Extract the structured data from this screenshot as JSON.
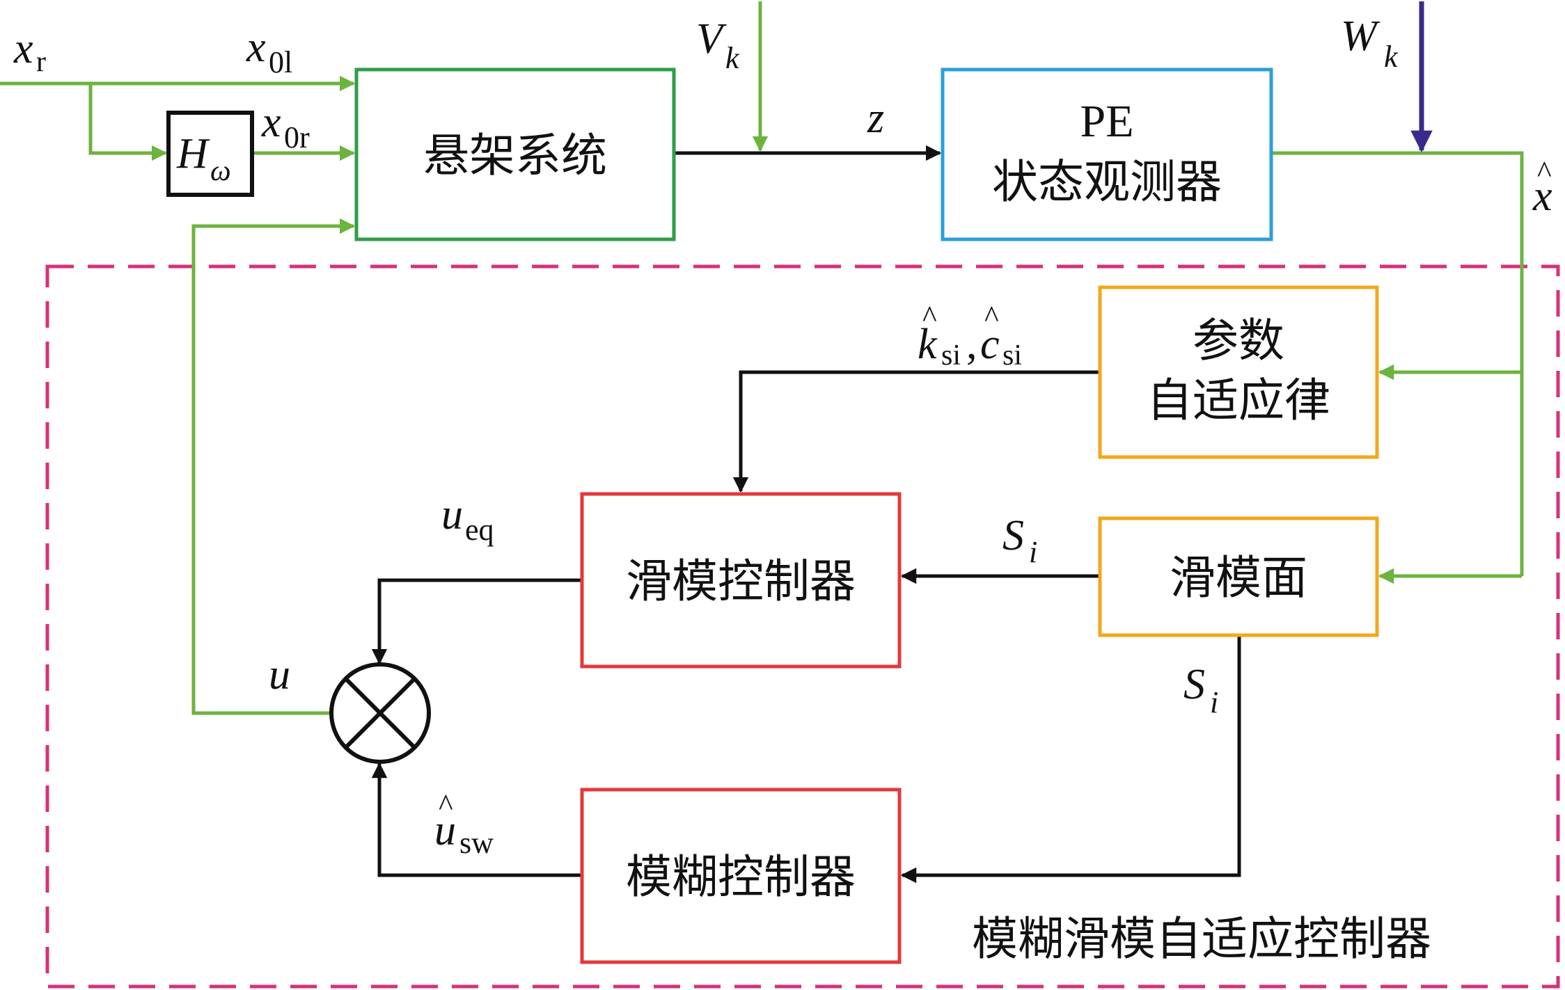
{
  "colors": {
    "green_signal": "#6db33f",
    "black_signal": "#111111",
    "noise_arrow": "#3b2a8c",
    "system_box": "#2e9e48",
    "observer_box": "#2c9fd8",
    "adaptive_box": "#f2a71b",
    "controller_box": "#e23a3a",
    "controller_frame": "#d6327a"
  },
  "blocks": {
    "suspension": "悬架系统",
    "observer_line1": "PE",
    "observer_line2": "状态观测器",
    "adaptive_line1": "参数",
    "adaptive_line2": "自适应律",
    "sliding_surface": "滑模面",
    "sliding_controller": "滑模控制器",
    "fuzzy_controller": "模糊控制器",
    "filter": "H",
    "filter_sub": "ω"
  },
  "frame_label": "模糊滑模自适应控制器",
  "signals": {
    "xr": "x",
    "xr_sub": "r",
    "x0l": "x",
    "x0l_sub": "0l",
    "x0r": "x",
    "x0r_sub": "0r",
    "vk": "V",
    "vk_sub": "k",
    "wk": "W",
    "wk_sub": "k",
    "z": "z",
    "xhat": "x",
    "k_hat": "k",
    "k_sub": "si",
    "comma": ",",
    "c_hat": "c",
    "c_sub": "si",
    "ueq": "u",
    "ueq_sub": "eq",
    "si_1": "S",
    "si_1_sub": "i",
    "si_2": "S",
    "si_2_sub": "i",
    "u": "u",
    "usw": "u",
    "usw_sub": "sw",
    "hat_mark": "^"
  }
}
